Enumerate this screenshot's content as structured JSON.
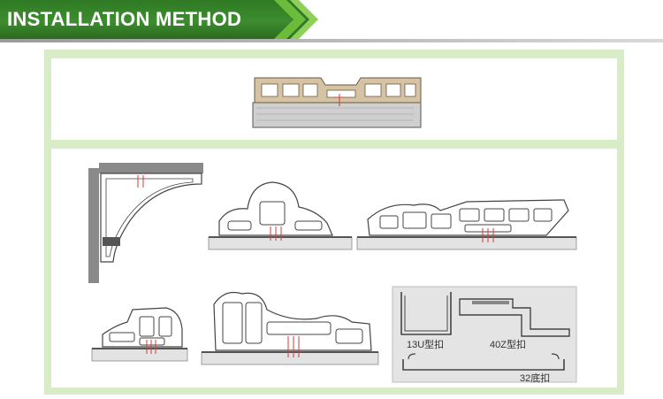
{
  "header": {
    "title": "INSTALLATION METHOD"
  },
  "labels": {
    "clip_13u": "13U型扣",
    "clip_40z": "40Z型扣",
    "clip_32": "32底扣"
  },
  "colors": {
    "header_green": "#2f7a24",
    "chevron_green": "#6dbb3b",
    "panel_green": "#d8ecc8",
    "profile_tan": "#d6c3a5",
    "screw_red": "#d83a3a"
  }
}
